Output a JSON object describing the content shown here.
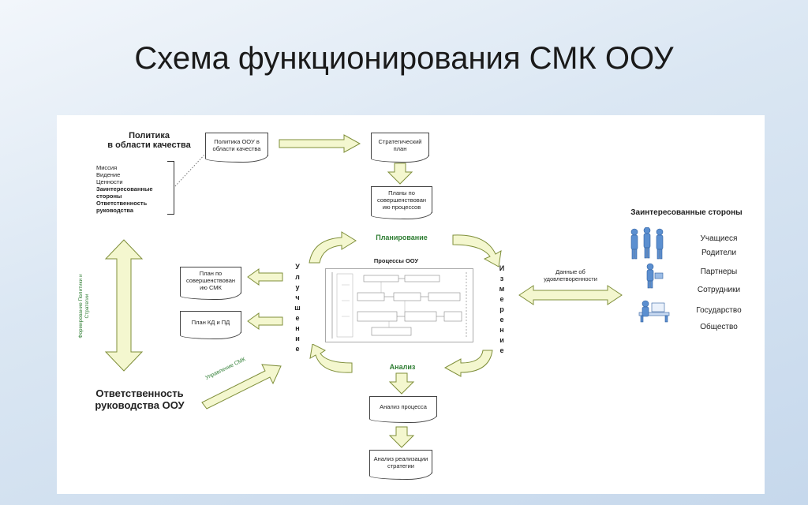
{
  "slide_title": "Схема функционирования СМК ООУ",
  "left": {
    "policy_title_1": "Политика",
    "policy_title_2": "в области качества",
    "policy_items": [
      "Миссия",
      "Видение",
      "Ценности",
      "Заинтересованные",
      "стороны",
      "Ответственность",
      "руководства"
    ],
    "vertical_label_1": "Формирование Политики и",
    "vertical_label_2": "Стратегии",
    "responsibility_title_1": "Ответственность",
    "responsibility_title_2": "руководства ООУ",
    "management_label": "Управление СМК"
  },
  "docs": {
    "policy_doc": "Политика ООУ в области качества",
    "strategic_plan": "Стратегический план",
    "improvement_plans": "Планы по совершенствован ию процессов",
    "qms_plan": "План по совершенствован ию СМК",
    "kd_pd_plan": "План КД и ПД",
    "process_analysis": "Анализ процесса",
    "strategy_analysis": "Анализ реализации стратегии"
  },
  "cycle": {
    "planning": "Планирование",
    "processes": "Процессы ООУ",
    "improvement_letters": [
      "У",
      "л",
      "у",
      "ч",
      "ш",
      "е",
      "н",
      "и",
      "е"
    ],
    "measurement_letters": [
      "И",
      "з",
      "м",
      "е",
      "р",
      "е",
      "н",
      "и",
      "е"
    ],
    "analysis": "Анализ"
  },
  "right": {
    "satisfaction_label_1": "Данные об",
    "satisfaction_label_2": "удовлетворенности",
    "stakeholders_title": "Заинтересованные стороны",
    "stakeholders": [
      "Учащиеся",
      "Родители",
      "Партнеры",
      "Сотрудники",
      "Государство",
      "Общество"
    ]
  },
  "colors": {
    "arrow_fill": "#f4f7cf",
    "arrow_stroke": "#7f8f3a",
    "green_text": "#2e7d32",
    "person_blue": "#5b8fd0"
  }
}
